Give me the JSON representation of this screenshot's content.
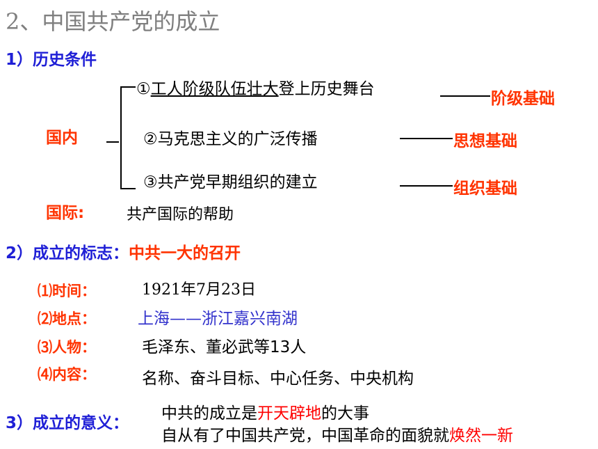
{
  "title": "2、中国共产党的成立",
  "section1": {
    "heading": "1）历史条件",
    "domestic_label": "国内",
    "items": [
      {
        "num": "①",
        "underlined": "工人阶级队伍壮大",
        "rest": "登上历史舞台",
        "basis": "阶级基础"
      },
      {
        "num": "②",
        "text": "马克思主义的广泛传播",
        "basis": "思想基础"
      },
      {
        "num": "③",
        "text": "共产党早期组织的建立",
        "basis": "组织基础"
      }
    ],
    "international_label": "国际:",
    "international_text": "共产国际的帮助"
  },
  "section2": {
    "heading": "2）成立的标志：",
    "event": "中共一大的召开",
    "rows": [
      {
        "label": "⑴时间：",
        "value": "1921年7月23日"
      },
      {
        "label": "⑵地点：",
        "value": "上海——浙江嘉兴南湖"
      },
      {
        "label": "⑶人物：",
        "value": "毛泽东、董必武等13人"
      },
      {
        "label": "⑷内容：",
        "value": "名称、奋斗目标、中心任务、中央机构"
      }
    ]
  },
  "section3": {
    "heading": "3）成立的意义：",
    "line1_a": "中共的成立是",
    "line1_hl": "开天辟地",
    "line1_b": "的大事",
    "line2_a": "自从有了中国共产党，中国革命的面貌就",
    "line2_hl": "焕然一新"
  },
  "colors": {
    "heading_blue": "#1f1fd6",
    "accent_red": "#ff3300",
    "title_gray": "#7f7f7f"
  }
}
